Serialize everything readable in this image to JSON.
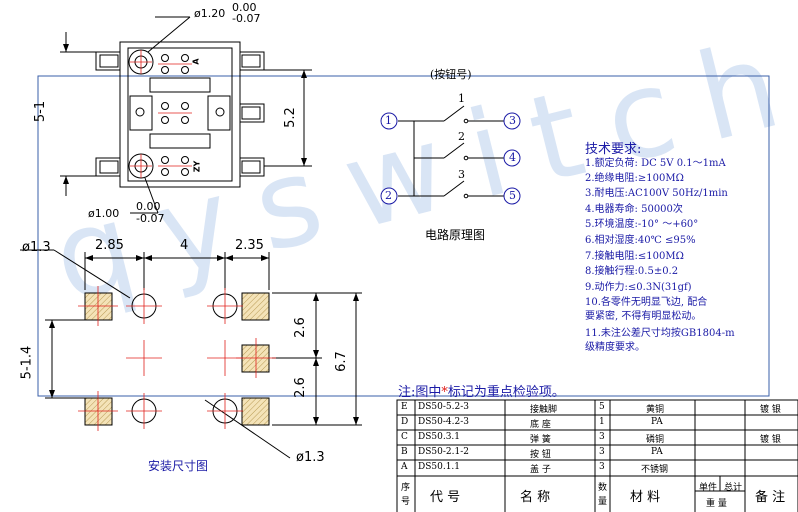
{
  "top_view": {
    "dim_hole_top_prefix": "ø1.20",
    "dim_hole_top_upper": "0.00",
    "dim_hole_top_lower": "-0.07",
    "dim_hole_bottom_prefix": "ø1.00",
    "dim_hole_bottom_upper": "0.00",
    "dim_hole_bottom_lower": "-0.07",
    "dim_left": "5-1",
    "dim_right": "5.2",
    "marking_top": "A",
    "marking_bottom": "ZY"
  },
  "circuit": {
    "title": "(按钮号)",
    "caption": "电路原理图",
    "nodes": [
      "1",
      "2",
      "3",
      "4",
      "5"
    ],
    "switches": [
      "1",
      "2",
      "3"
    ]
  },
  "specs": {
    "title": "技术要求:",
    "items": [
      "1.额定负荷: DC 5V  0.1～1mA",
      "2.绝缘电阻:≥100MΩ",
      "3.耐电压:AC100V 50Hz/1min",
      "4.电器寿命: 50000次",
      "5.环境温度:-10° ～+60°",
      "6.相对湿度:40℃  ≤95%",
      "7.接触电阻:≤100MΩ",
      "8.接触行程:0.5±0.2",
      "9.动作力:≤0.3N(31gf)",
      "10.各零件无明显飞边, 配合",
      "    要紧密, 不得有明显松动。",
      "11.未注公差尺寸均按GB1804-m",
      "    级精度要求。"
    ]
  },
  "footprint": {
    "dim_hole": "ø1.3",
    "dim_hole_bottom": "ø1.3",
    "dim_285": "2.85",
    "dim_4": "4",
    "dim_235": "2.35",
    "dim_26a": "2.6",
    "dim_26b": "2.6",
    "dim_67": "6.7",
    "dim_left": "5-1.4",
    "caption": "安装尺寸图"
  },
  "note": {
    "prefix": "注:图中",
    "star": "*",
    "suffix": "标记为重点检验项。"
  },
  "bom": {
    "rows": [
      {
        "id": "E",
        "code": "DS50-5.2-3",
        "name": "接触脚",
        "qty": "5",
        "material": "黄铜",
        "note": "镀 银"
      },
      {
        "id": "D",
        "code": "DS50-4.2-3",
        "name": "底  座",
        "qty": "1",
        "material": "PA",
        "note": ""
      },
      {
        "id": "C",
        "code": "DS50.3.1",
        "name": "弹  簧",
        "qty": "3",
        "material": "磷铜",
        "note": "镀 银"
      },
      {
        "id": "B",
        "code": "DS50-2.1-2",
        "name": "按  钮",
        "qty": "3",
        "material": "PA",
        "note": ""
      },
      {
        "id": "A",
        "code": "DS50.1.1",
        "name": "盖  子",
        "qty": "3",
        "material": "不锈钢",
        "note": ""
      }
    ],
    "header": {
      "seq_1": "序",
      "seq_2": "号",
      "code": "代    号",
      "name": "名    称",
      "qty_1": "数",
      "qty_2": "量",
      "material": "材  料",
      "unit_1": "单件",
      "unit_2": "总计",
      "weight": "重  量",
      "note": "备 注"
    }
  },
  "watermark": "qyswitch.com",
  "colors": {
    "blue": "#1a1aa6",
    "red": "#e0201c",
    "hatch": "#b89a54"
  }
}
